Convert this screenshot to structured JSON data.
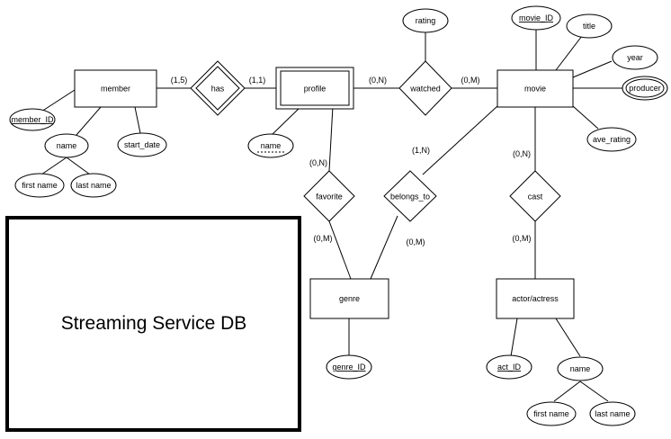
{
  "title": "Streaming Service DB",
  "entities": {
    "member": "member",
    "profile": "profile",
    "movie": "movie",
    "genre": "genre",
    "actor": "actor/actress"
  },
  "relationships": {
    "has": "has",
    "watched": "watched",
    "favorite": "favorite",
    "belongs_to": "belongs_to",
    "cast": "cast"
  },
  "attributes": {
    "member_id": "member_ID",
    "member_name": "name",
    "member_first_name": "first name",
    "member_last_name": "last name",
    "start_date": "start_date",
    "profile_name": "name",
    "rating": "rating",
    "movie_id": "movie_ID",
    "movie_title": "title",
    "year": "year",
    "producer": "producer",
    "ave_rating": "ave_rating",
    "genre_id": "genre_ID",
    "act_id": "act_ID",
    "actor_name": "name",
    "actor_first_name": "first name",
    "actor_last_name": "last name"
  },
  "cardinalities": {
    "member_has": "(1,5)",
    "profile_has": "(1,1)",
    "profile_watched": "(0,N)",
    "movie_watched": "(0,M)",
    "profile_favorite": "(0,N)",
    "genre_favorite": "(0,M)",
    "movie_belongs": "(1,N)",
    "genre_belongs": "(0,M)",
    "movie_cast": "(0,N)",
    "actor_cast": "(0,M)"
  }
}
